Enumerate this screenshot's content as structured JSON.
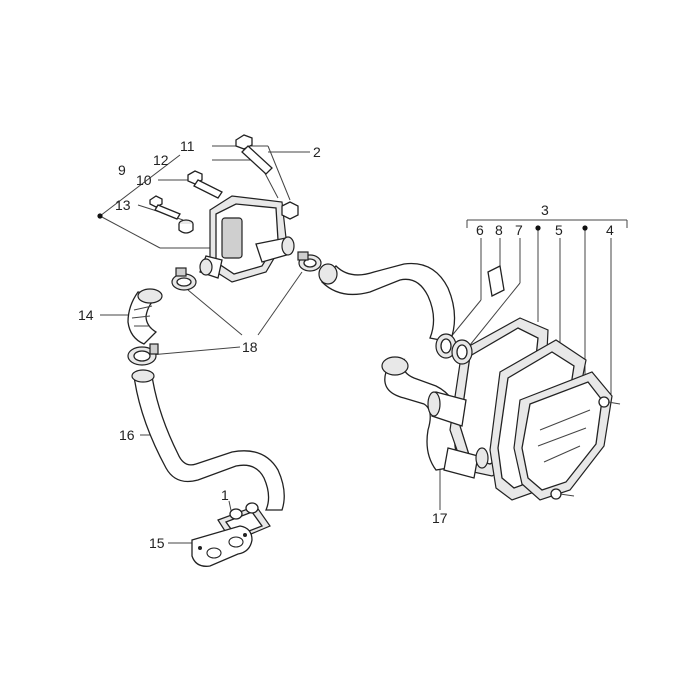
{
  "diagram": {
    "callouts": [
      {
        "id": "lbl-1",
        "text": "1"
      },
      {
        "id": "lbl-2",
        "text": "2"
      },
      {
        "id": "lbl-3",
        "text": "3"
      },
      {
        "id": "lbl-4",
        "text": "4"
      },
      {
        "id": "lbl-5",
        "text": "5"
      },
      {
        "id": "lbl-6",
        "text": "6"
      },
      {
        "id": "lbl-7",
        "text": "7"
      },
      {
        "id": "lbl-8",
        "text": "8"
      },
      {
        "id": "lbl-9",
        "text": "9"
      },
      {
        "id": "lbl-10",
        "text": "10"
      },
      {
        "id": "lbl-11",
        "text": "11"
      },
      {
        "id": "lbl-12",
        "text": "12"
      },
      {
        "id": "lbl-13",
        "text": "13"
      },
      {
        "id": "lbl-14",
        "text": "14"
      },
      {
        "id": "lbl-15",
        "text": "15"
      },
      {
        "id": "lbl-16",
        "text": "16"
      },
      {
        "id": "lbl-17",
        "text": "17"
      },
      {
        "id": "lbl-18",
        "text": "18"
      }
    ]
  }
}
